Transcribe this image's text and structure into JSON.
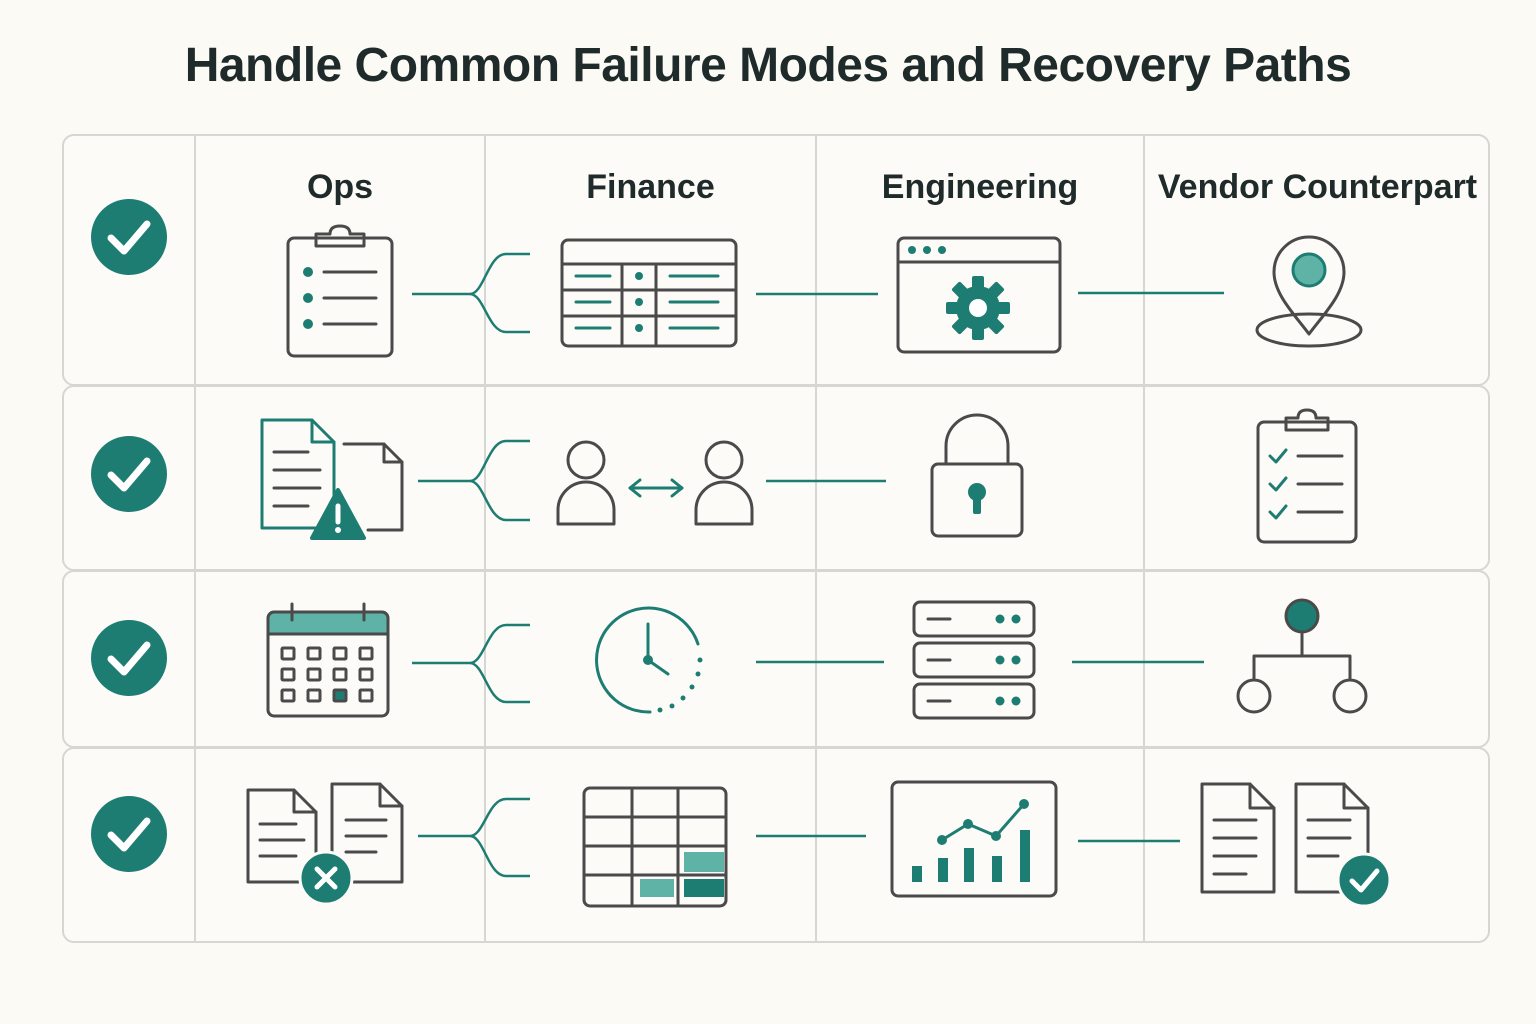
{
  "title": "Handle Common Failure Modes and Recovery Paths",
  "columns": [
    {
      "label": "Ops"
    },
    {
      "label": "Finance"
    },
    {
      "label": "Engineering"
    },
    {
      "label": "Vendor Counterpart"
    }
  ],
  "colors": {
    "accent": "#1e7d72",
    "accent_light": "#5fb3a6",
    "outline": "#4a4a4a",
    "border": "#d6d6d2",
    "background": "#fbfaf5"
  },
  "rows": [
    {
      "status": "check-circle-icon",
      "icons": [
        "clipboard-list-icon",
        "spreadsheet-icon",
        "browser-gear-icon",
        "location-pin-icon"
      ]
    },
    {
      "status": "check-circle-icon",
      "icons": [
        "documents-warning-icon",
        "user-exchange-icon",
        "padlock-icon",
        "clipboard-checklist-icon"
      ]
    },
    {
      "status": "check-circle-icon",
      "icons": [
        "calendar-icon",
        "clock-icon",
        "server-stack-icon",
        "hierarchy-icon"
      ]
    },
    {
      "status": "check-circle-icon",
      "icons": [
        "documents-error-icon",
        "grid-table-icon",
        "bar-line-chart-icon",
        "documents-approved-icon"
      ]
    }
  ]
}
